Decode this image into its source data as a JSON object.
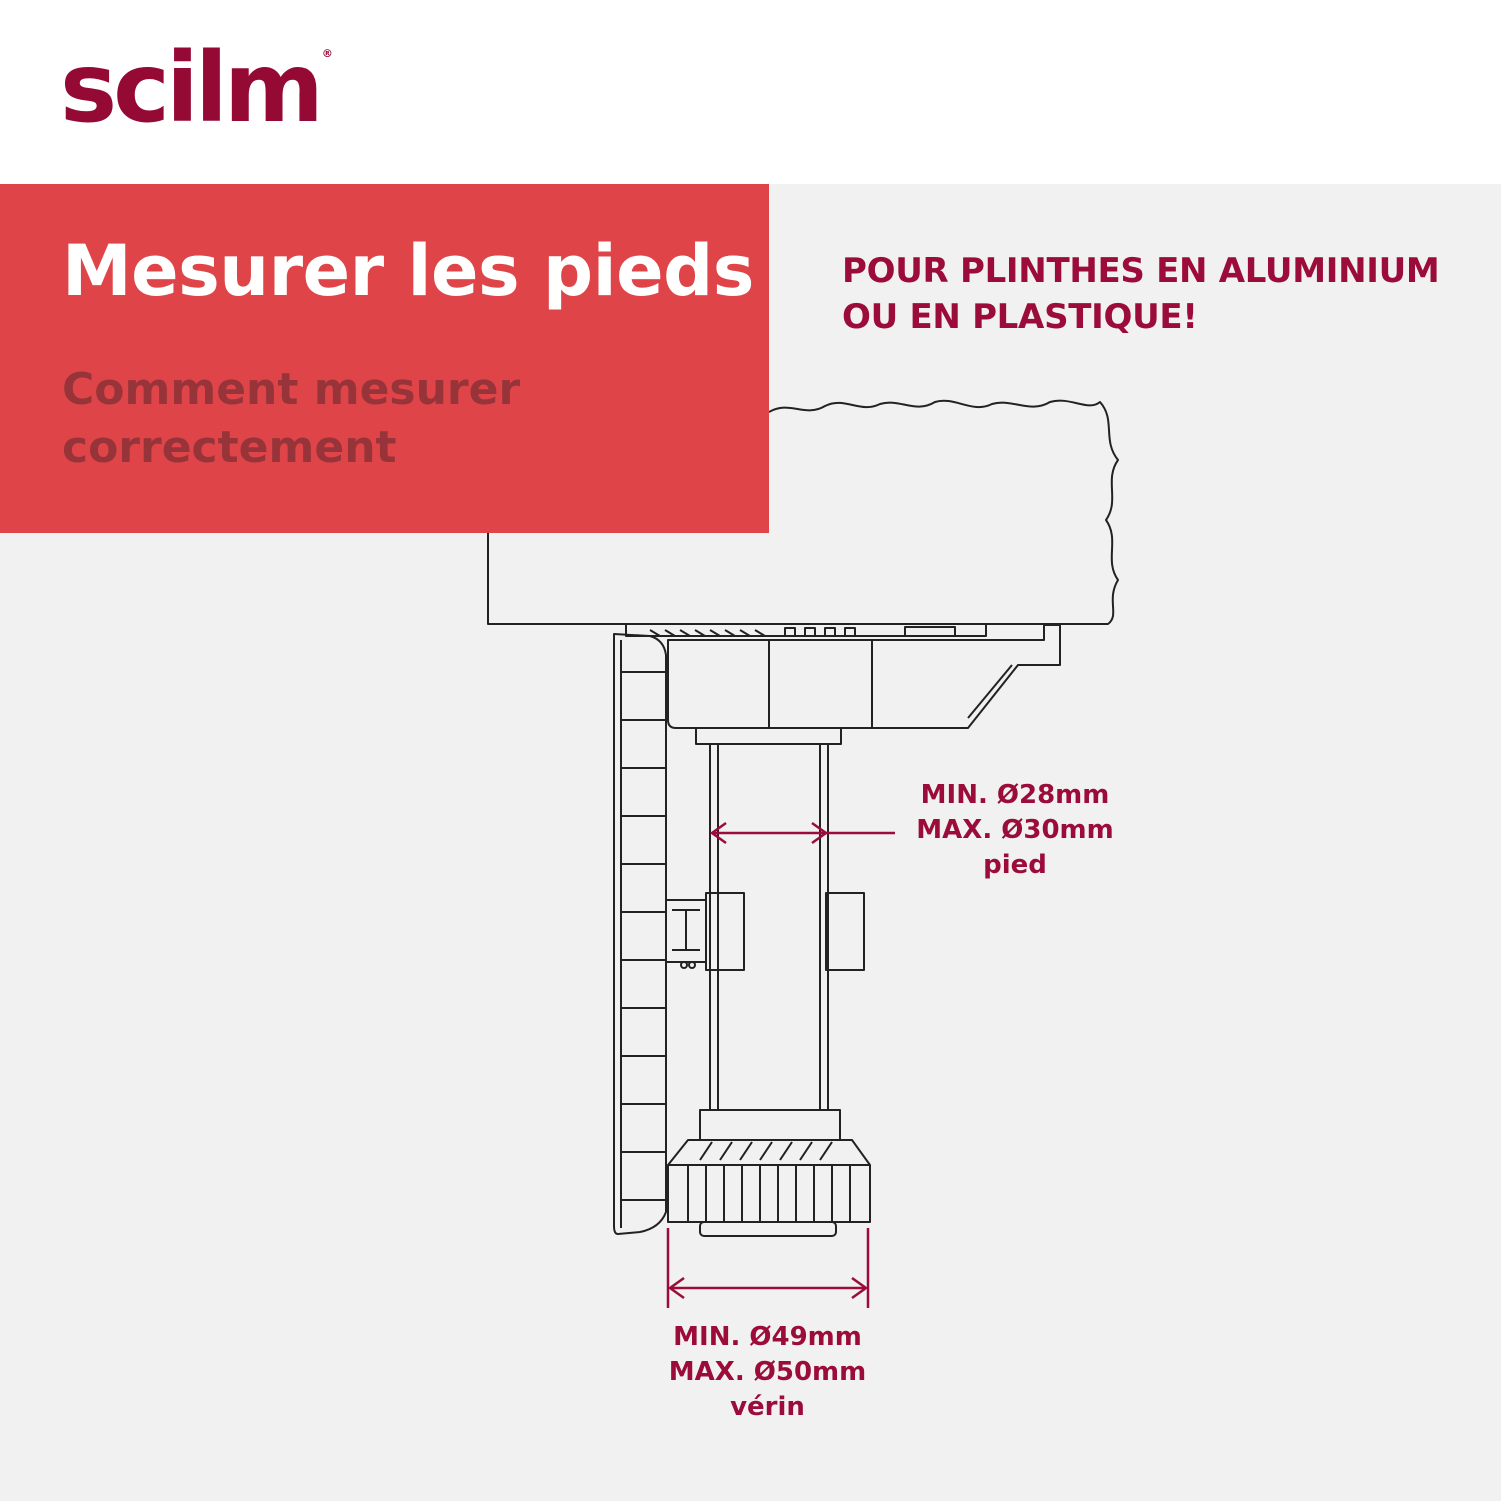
{
  "brand": {
    "name": "scilm",
    "mark": "®"
  },
  "header": {
    "title": "Mesurer les pieds",
    "subtitle": "Comment mesurer correctement"
  },
  "notice": {
    "line1": "POUR PLINTHES EN ALUMINIUM",
    "line2": "OU EN PLASTIQUE!"
  },
  "dimensions": {
    "foot": {
      "min": "MIN. Ø28mm",
      "max": "MAX. Ø30mm",
      "label": "pied"
    },
    "jack": {
      "min": "MIN. Ø49mm",
      "max": "MAX. Ø50mm",
      "label": "vérin"
    }
  },
  "colors": {
    "brand": "#950a34",
    "panel": "#df4548",
    "subtitle": "#96343a",
    "accent": "#9b0c3a",
    "background": "#f1f1f1",
    "line": "#222222"
  }
}
